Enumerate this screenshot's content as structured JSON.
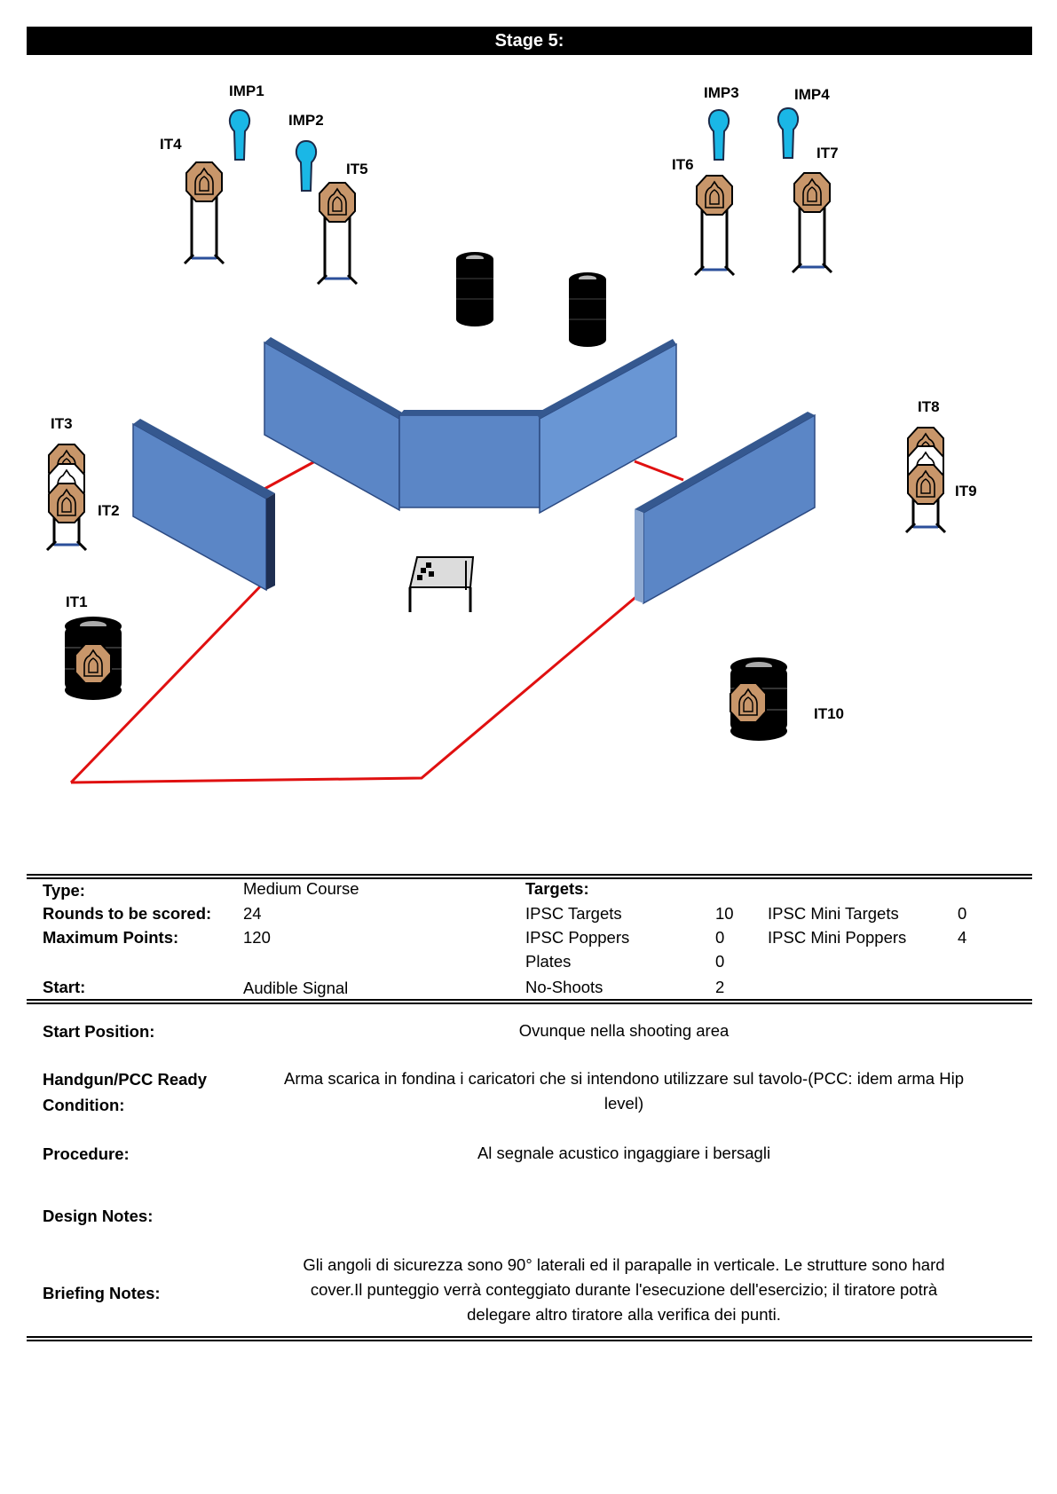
{
  "stage_title": "Stage 5:",
  "diagram": {
    "labels": {
      "imp1": "IMP1",
      "imp2": "IMP2",
      "imp3": "IMP3",
      "imp4": "IMP4",
      "it1": "IT1",
      "it2": "IT2",
      "it3": "IT3",
      "it4": "IT4",
      "it5": "IT5",
      "it6": "IT6",
      "it7": "IT7",
      "it8": "IT8",
      "it9": "IT9",
      "it10": "IT10"
    },
    "colors": {
      "wall": "#5b86c6",
      "fault_line": "#e01010",
      "popper": "#1ab7e6",
      "target": "#c8966a",
      "barrel": "#000000"
    }
  },
  "info": {
    "type_label": "Type:",
    "type_value": "Medium Course",
    "rounds_label": "Rounds to be scored:",
    "rounds_value": "24",
    "points_label": "Maximum Points:",
    "points_value": "120",
    "start_label": "Start:",
    "start_value": "Audible Signal",
    "targets_label": "Targets:",
    "ipsc_targets_label": "IPSC Targets",
    "ipsc_targets_value": "10",
    "ipsc_poppers_label": "IPSC Poppers",
    "ipsc_poppers_value": "0",
    "plates_label": "Plates",
    "plates_value": "0",
    "noshoots_label": "No-Shoots",
    "noshoots_value": "2",
    "mini_targets_label": "IPSC Mini Targets",
    "mini_targets_value": "0",
    "mini_poppers_label": "IPSC Mini Poppers",
    "mini_poppers_value": "4"
  },
  "details": {
    "start_position_label": "Start Position:",
    "start_position_value": "Ovunque nella shooting area",
    "ready_label_1": "Handgun/PCC Ready",
    "ready_label_2": "Condition:",
    "ready_value_1": "Arma scarica in fondina i caricatori che si intendono utilizzare sul tavolo-(PCC: idem arma Hip",
    "ready_value_2": "level)",
    "procedure_label": "Procedure:",
    "procedure_value": "Al segnale acustico ingaggiare i bersagli",
    "design_label": "Design Notes:",
    "briefing_label": "Briefing Notes:",
    "briefing_value_1": "Gli angoli di sicurezza sono 90° laterali ed il parapalle in verticale. Le strutture sono hard",
    "briefing_value_2": "cover.Il punteggio verrà conteggiato durante l'esecuzione dell'esercizio; il tiratore potrà",
    "briefing_value_3": "delegare altro tiratore alla verifica  dei punti."
  }
}
